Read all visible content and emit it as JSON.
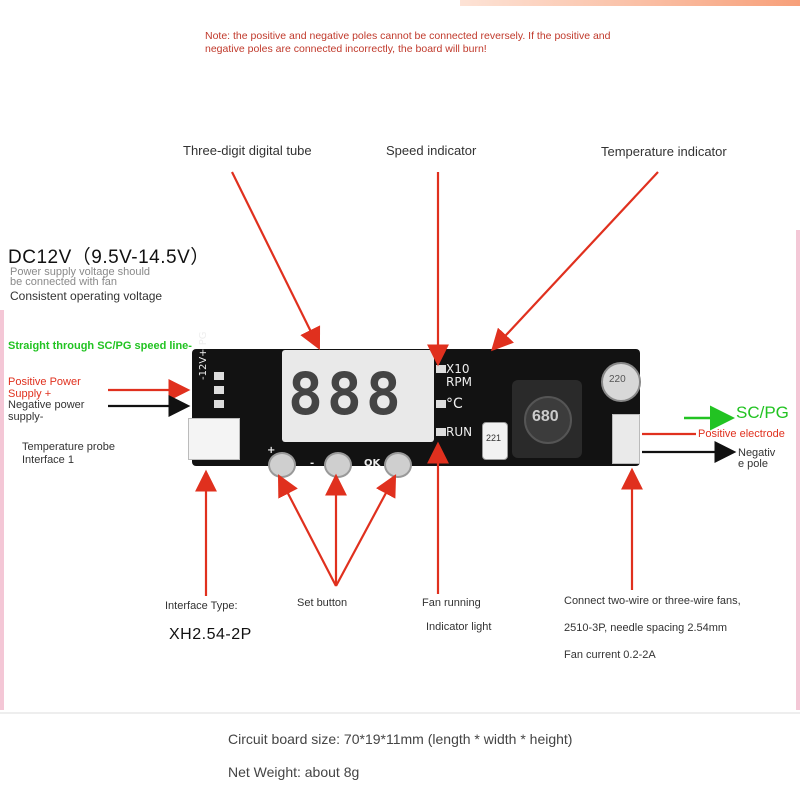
{
  "note": "Note: the positive and negative poles cannot be connected reversely. If the positive and negative poles are connected incorrectly, the board will burn!",
  "labels": {
    "three_digit": "Three-digit digital tube",
    "speed_indicator": "Speed indicator",
    "temperature_indicator": "Temperature indicator",
    "dc_voltage": "DC12V（9.5V-14.5V）",
    "power_supply_note_1": "Power supply voltage should",
    "power_supply_note_2": "be connected with fan",
    "consistent_voltage": "Consistent operating voltage",
    "straight_through": "Straight through SC/PG speed line-",
    "positive_power_1": "Positive Power",
    "positive_power_2": "Supply +",
    "negative_power_1": "Negative power",
    "negative_power_2": "supply-",
    "temp_probe_1": "Temperature probe",
    "temp_probe_2": "Interface 1",
    "sc_pg": "SC/PG",
    "positive_electrode": "Positive electrode",
    "negative_pole_1": "Negativ",
    "negative_pole_2": "e pole",
    "interface_type": "Interface Type:",
    "xh_type": "XH2.54-2P",
    "set_button": "Set button",
    "fan_running_1": "Fan running",
    "fan_running_2": "Indicator light",
    "connect_fans": "Connect two-wire or three-wire fans,",
    "needle_spacing": "2510-3P, needle spacing 2.54mm",
    "fan_current": "Fan current 0.2-2A"
  },
  "board": {
    "display": "888",
    "x10": "X10",
    "rpm": "RPM",
    "celsius": "°C",
    "run": "RUN",
    "inductor": "680",
    "cap_top": "220",
    "cap_small": "221",
    "power_label": "-12V+ PG",
    "btn_plus": "+",
    "btn_minus": "-",
    "btn_ok": "OK"
  },
  "footer": {
    "size": "Circuit board size: 70*19*11mm (length * width * height)",
    "weight": "Net Weight: about 8g"
  },
  "colors": {
    "arrow_red": "#e0301e",
    "arrow_green": "#22c322",
    "board": "#121212"
  }
}
